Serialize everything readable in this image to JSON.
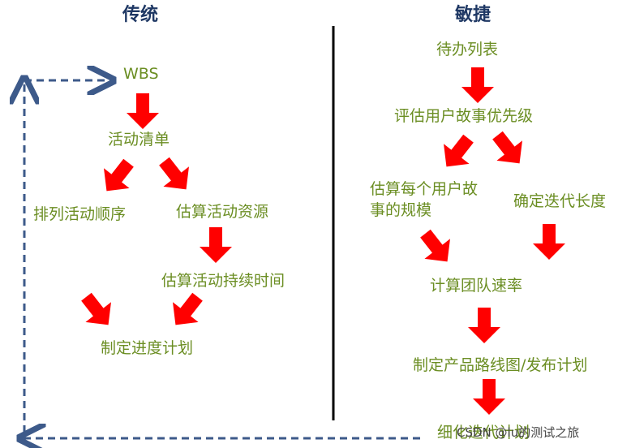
{
  "headings": {
    "traditional": "传统",
    "agile": "敏捷"
  },
  "traditional_nodes": {
    "wbs": "WBS",
    "activity_list": "活动清单",
    "sequence": "排列活动顺序",
    "resources": "估算活动资源",
    "durations": "估算活动持续时间",
    "schedule": "制定进度计划"
  },
  "agile_nodes": {
    "backlog": "待办列表",
    "prioritize": "评估用户故事优先级",
    "estimate_line1": "估算每个用户故",
    "estimate_line2": "事的规模",
    "iteration_length": "确定迭代长度",
    "velocity": "计算团队速率",
    "release_plan": "制定产品路线图/发布计划",
    "iteration_plan": "细化迭代计划"
  },
  "watermark": "CSDN @lu的测试之旅",
  "colors": {
    "heading": "#1f3864",
    "node_text": "#6b8e23",
    "arrow": "#ff0000",
    "dashed_line": "#3d5a8a",
    "divider": "#000000"
  }
}
